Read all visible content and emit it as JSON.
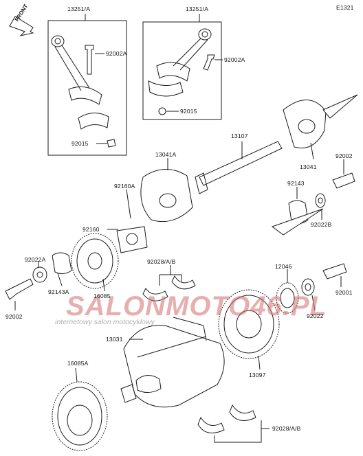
{
  "diagram_code": "E1321",
  "front_label": "FRONT",
  "watermark": {
    "brand": "SALONMOTO46.PL",
    "subtitle": "internetowy salon motocyklowy"
  },
  "labels": {
    "p13251_a_left": "13251/A",
    "p13251_a_right": "13251/A",
    "p92002a_left": "92002A",
    "p92002a_right": "92002A",
    "p92015_left": "92015",
    "p92015_right": "92015",
    "p13107": "13107",
    "p13041a": "13041A",
    "p13041": "13041",
    "p92002_right": "92002",
    "p92160a": "92160A",
    "p92160": "92160",
    "p92143": "92143",
    "p92022b": "92022B",
    "p92022a": "92022A",
    "p92143a": "92143A",
    "p16085": "16085",
    "p92002_left": "92002",
    "p92028_top": "92028/A/B",
    "p12046": "12046",
    "p92001": "92001",
    "p92022": "92022",
    "p13031": "13031",
    "p13097": "13097",
    "p16085a": "16085A",
    "p92028_bottom": "92028/A/B"
  },
  "colors": {
    "line": "#1a1a1a",
    "watermark_red": "#d26e6e",
    "watermark_gray": "#969696"
  }
}
